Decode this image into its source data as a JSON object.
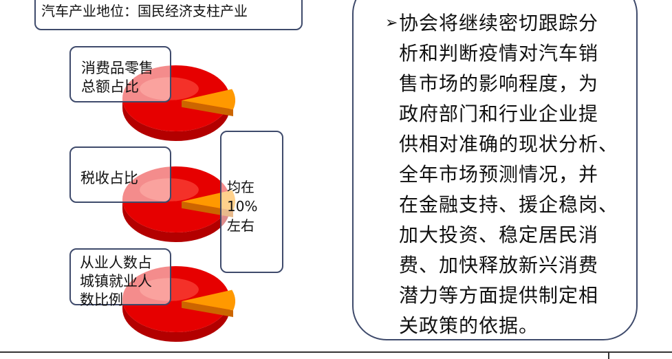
{
  "title_box": {
    "text": "汽车产业地位：国民经济支柱产业"
  },
  "pies": [
    {
      "label": "消费品零售\n总额占比",
      "share_percent": 10
    },
    {
      "label": "税收占比",
      "share_percent": 10
    },
    {
      "label": "从业人数占\n城镇就业人\n数比例",
      "share_percent": 10
    }
  ],
  "annotation": {
    "text": "均在\n10%\n左右"
  },
  "statement": {
    "bullet": "➢",
    "text": "协会将继续密切跟踪分\n析和判断疫情对汽车销\n售市场的影响程度，为\n政府部门和行业企业提\n供相对准确的现状分析、\n全年市场预测情况，并\n在金融支持、援企稳岗、\n加大投资、稳定居民消\n费、加快释放新兴消费\n潜力等方面提供制定相\n关政策的依据。"
  },
  "colors": {
    "pie_main": "#e60000",
    "pie_main_dark": "#b30000",
    "pie_slice": "#ff9900",
    "pie_slice_dark": "#cc6600",
    "border": "#3e4a6b"
  }
}
